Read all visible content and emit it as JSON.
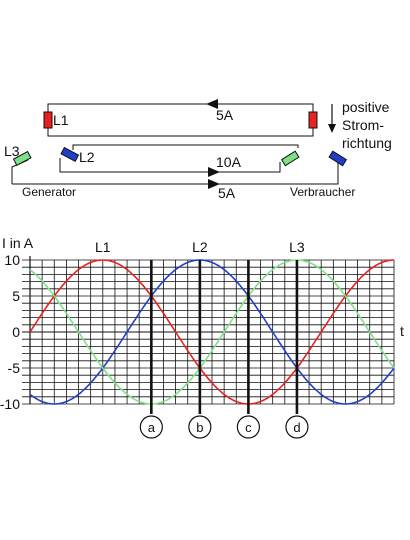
{
  "circuit": {
    "labels": {
      "l1": "L1",
      "l2": "L2",
      "l3": "L3",
      "generator": "Generator",
      "consumer": "Verbraucher",
      "current_top": "5A",
      "current_mid": "10A",
      "current_bottom": "5A"
    },
    "legend": {
      "line1": "positive",
      "line2": "Strom-",
      "line3": "richtung"
    },
    "colors": {
      "l1": "#e8201f",
      "l2": "#1f3fc8",
      "l3": "#7fe08a"
    }
  },
  "chart_data": {
    "type": "line",
    "ylabel": "I in A",
    "xlabel": "t",
    "ylim": [
      -10,
      10
    ],
    "y_ticks": [
      "10",
      "5",
      "0",
      "-5",
      "-10"
    ],
    "grid": true,
    "series": [
      {
        "name": "L1",
        "color": "#e8201f",
        "amplitude": 10,
        "phase_deg": 0
      },
      {
        "name": "L2",
        "color": "#1f3fc8",
        "amplitude": 10,
        "phase_deg": -120
      },
      {
        "name": "L3",
        "color": "#7fe08a",
        "amplitude": 10,
        "phase_deg": 120
      }
    ],
    "markers": [
      {
        "label": "a",
        "phase_deg": 150
      },
      {
        "label": "b",
        "phase_deg": 210
      },
      {
        "label": "c",
        "phase_deg": 270
      },
      {
        "label": "d",
        "phase_deg": 330
      }
    ],
    "x_range_deg": [
      0,
      450
    ]
  }
}
